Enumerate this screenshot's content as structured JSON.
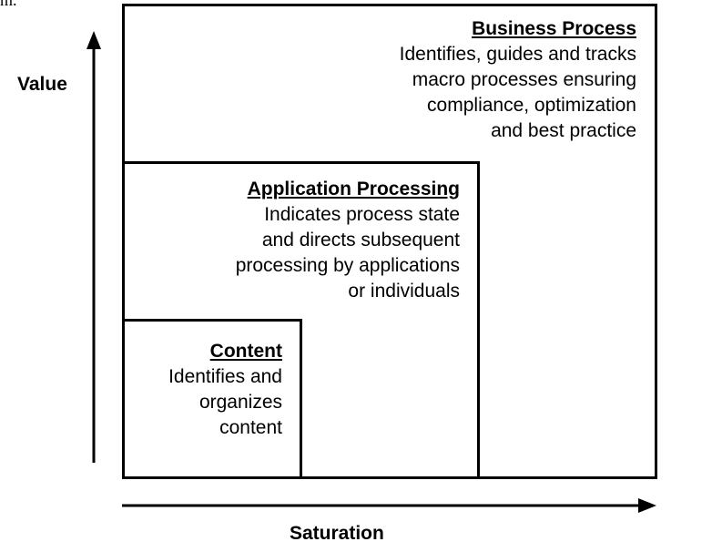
{
  "corner_fragment": "m.",
  "axes": {
    "y_label": "Value",
    "x_label": "Saturation"
  },
  "boxes": {
    "business_process": {
      "title": "Business Process",
      "description": [
        "Identifies, guides and tracks",
        "macro processes ensuring",
        "compliance, optimization",
        "and best practice"
      ]
    },
    "application_processing": {
      "title": "Application Processing",
      "description": [
        "Indicates process state",
        "and directs subsequent",
        "processing by applications",
        "or individuals"
      ]
    },
    "content": {
      "title": "Content",
      "description": [
        "Identifies and",
        "organizes",
        "content"
      ]
    }
  }
}
